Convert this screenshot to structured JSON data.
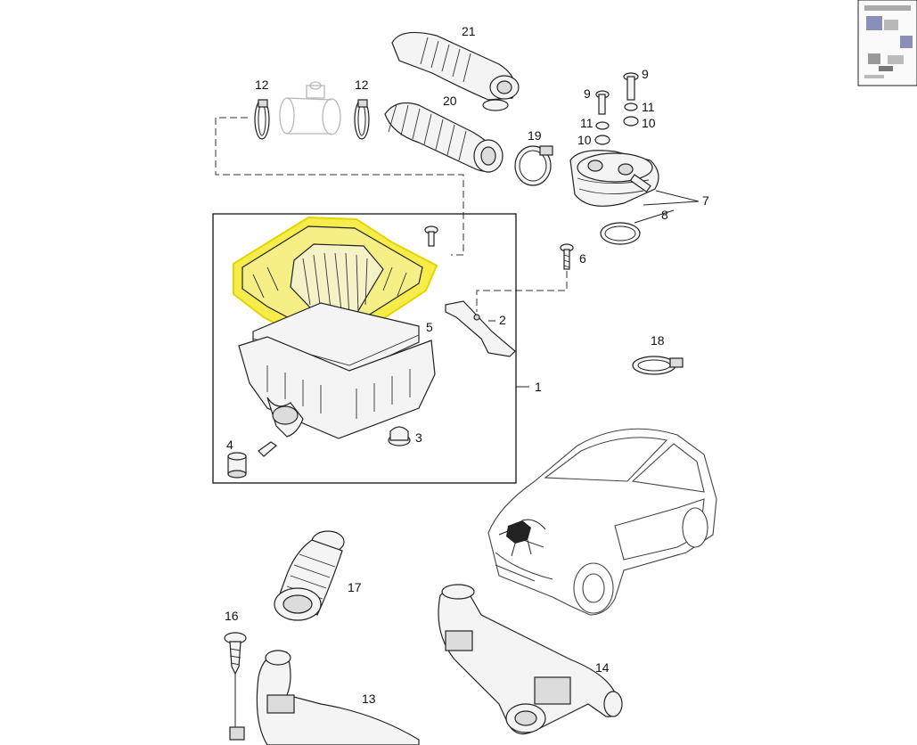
{
  "diagram": {
    "part_numbers": [
      "1",
      "2",
      "3",
      "4",
      "5",
      "6",
      "7",
      "8",
      "9",
      "9",
      "10",
      "10",
      "11",
      "11",
      "12",
      "12",
      "13",
      "14",
      "16",
      "17",
      "18",
      "19",
      "20",
      "21"
    ],
    "highlighted_part": "air-filter-housing-lid",
    "highlight_color": "#f5ea2c",
    "line_color": "#222222"
  },
  "thumbnail": {
    "icon": "thumbnail-image-icon"
  }
}
